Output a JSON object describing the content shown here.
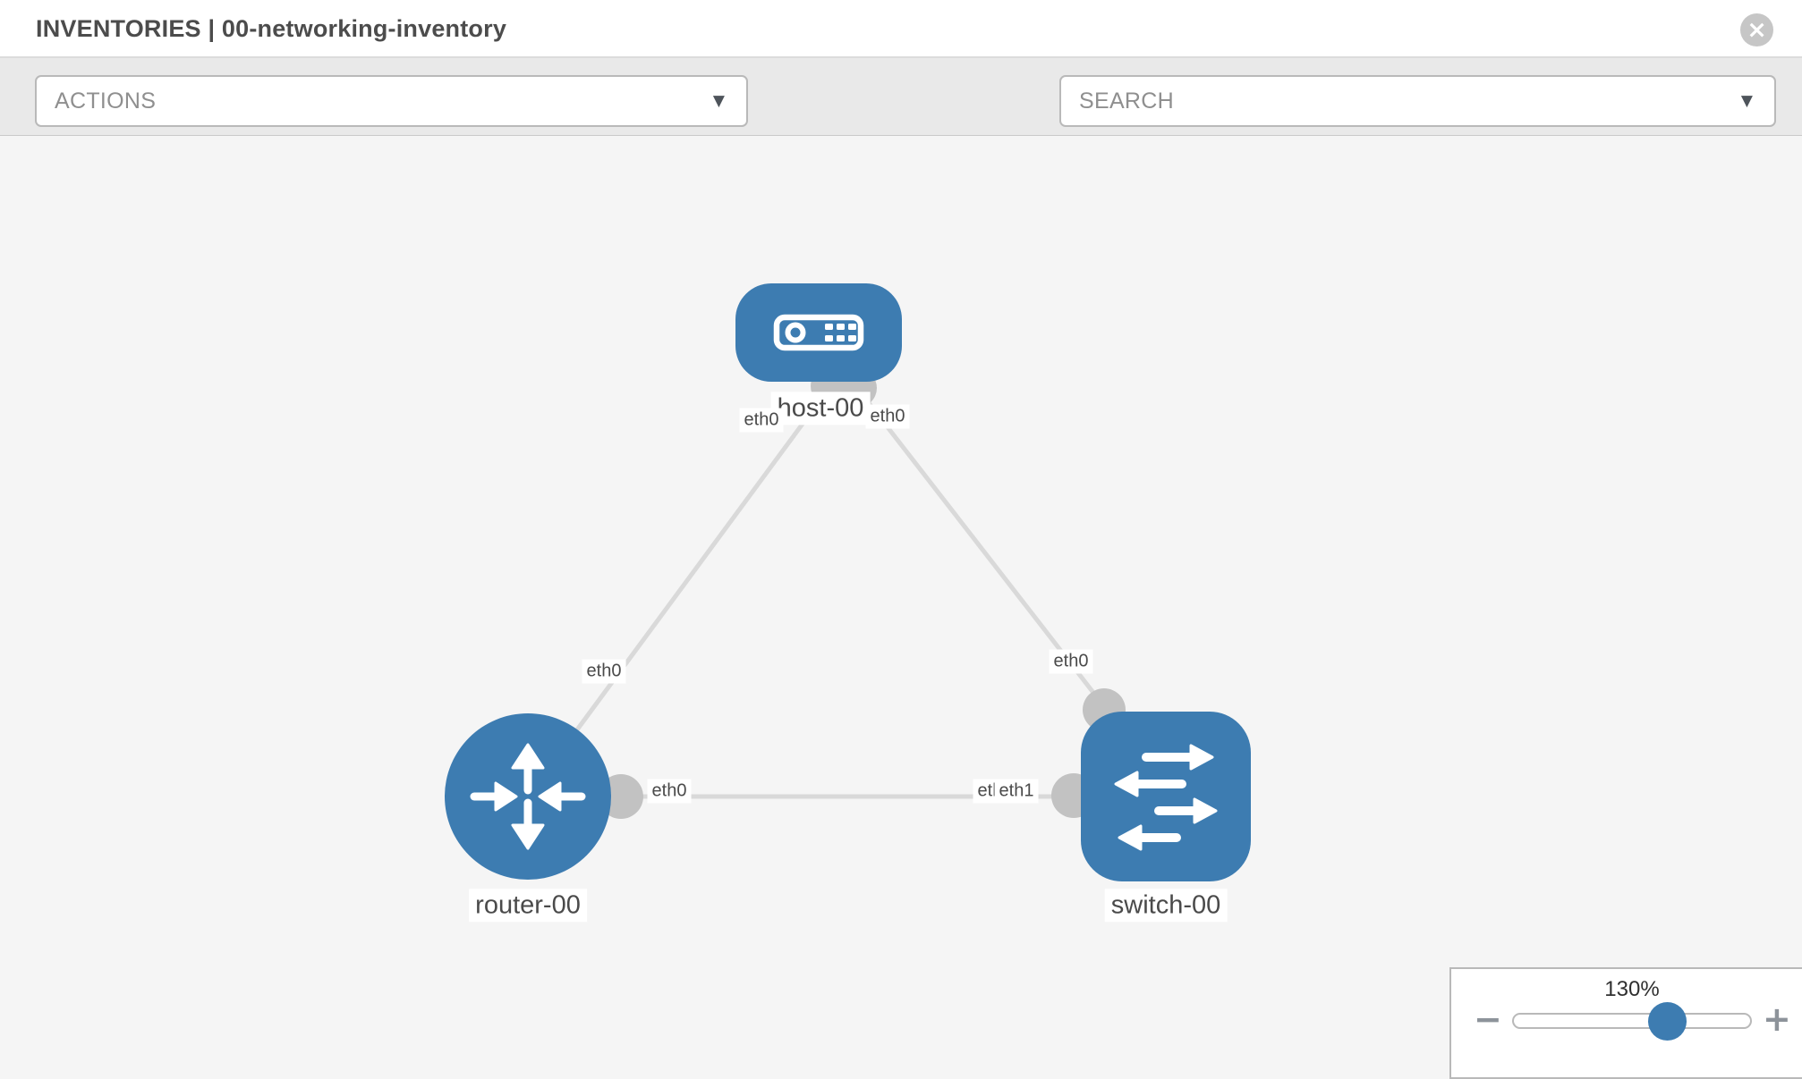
{
  "header": {
    "title": "INVENTORIES | 00-networking-inventory",
    "close_glyph": "×"
  },
  "toolbar": {
    "actions_label": "ACTIONS",
    "search_label": "SEARCH",
    "caret_glyph": "▼",
    "icons": [
      {
        "name": "wrench-icon"
      },
      {
        "name": "key-icon"
      }
    ]
  },
  "topology": {
    "nodes": [
      {
        "label": "host-00",
        "type": "host"
      },
      {
        "label": "router-00",
        "type": "router"
      },
      {
        "label": "switch-00",
        "type": "switch"
      }
    ],
    "links": [
      {
        "from": "router-00",
        "to": "host-00",
        "from_interface": "eth0",
        "to_interface": "eth0"
      },
      {
        "from": "switch-00",
        "to": "host-00",
        "from_interface": "eth0",
        "to_interface": "eth0"
      },
      {
        "from": "router-00",
        "to": "switch-00",
        "from_interface": "eth0",
        "to_interface": "eth1",
        "to_interface_overlapped": "eth0"
      }
    ]
  },
  "zoom": {
    "level": "130%",
    "zoom_out_glyph": "−",
    "zoom_in_glyph": "+"
  },
  "colors": {
    "node_blue": "#3d7cb1",
    "link_gray": "#d9d9d9",
    "bubble_gray": "#c2c2c2",
    "canvas_bg": "#f5f5f5",
    "toolbar_bg": "#e9e9e9"
  }
}
